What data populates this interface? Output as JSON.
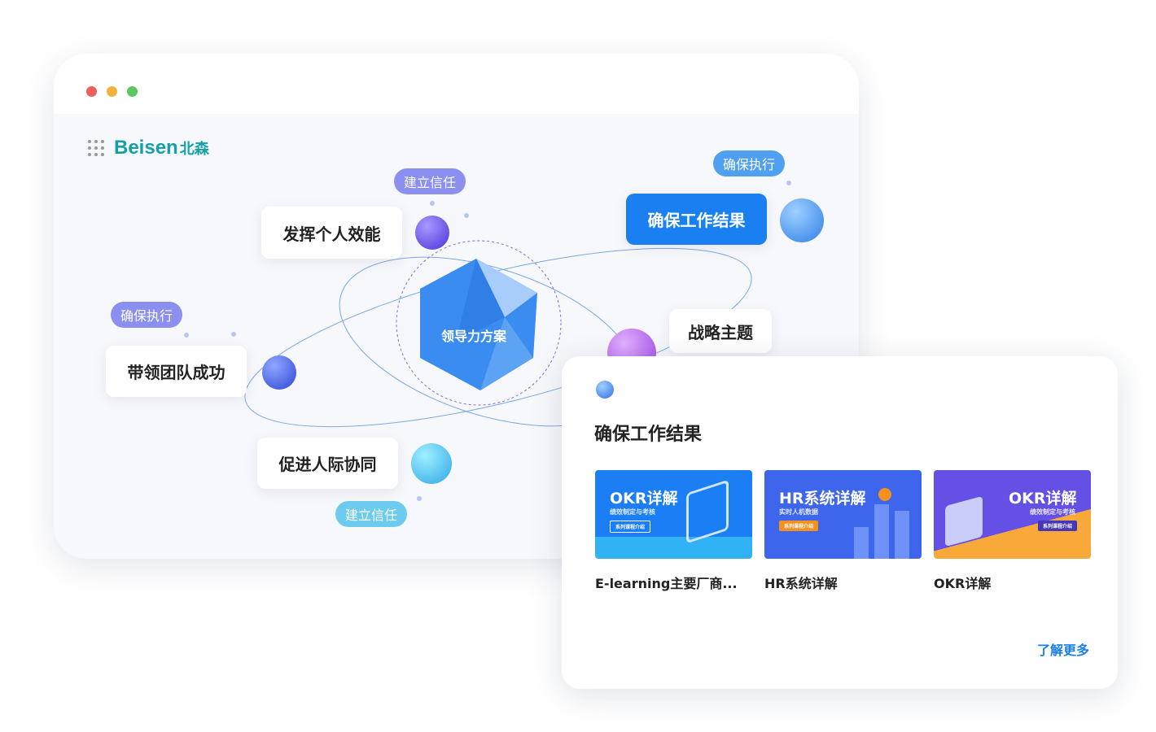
{
  "brand": {
    "name": "Beisen",
    "cn": "北森"
  },
  "center": "领导力方案",
  "nodes": {
    "personal": "发挥个人效能",
    "result": "确保工作结果",
    "team": "带领团队成功",
    "collab": "促进人际协同",
    "strategy": "战略主题"
  },
  "tags": {
    "trust_top": "建立信任",
    "exec_top": "确保执行",
    "exec_left": "确保执行",
    "trust_bottom": "建立信任"
  },
  "panel": {
    "title": "确保工作结果",
    "items": [
      {
        "thumb_title": "OKR详解",
        "thumb_sub": "绩效制定与考核",
        "thumb_btn": "系列课程介绍",
        "caption": "E-learning主要厂商..."
      },
      {
        "thumb_title": "HR系统详解",
        "thumb_sub": "实时人机数据",
        "thumb_btn": "系列课程介绍",
        "caption": "HR系统详解"
      },
      {
        "thumb_title": "OKR详解",
        "thumb_sub": "绩效制定与考核",
        "thumb_btn": "系列课程介绍",
        "caption": "OKR详解"
      }
    ],
    "more": "了解更多"
  }
}
